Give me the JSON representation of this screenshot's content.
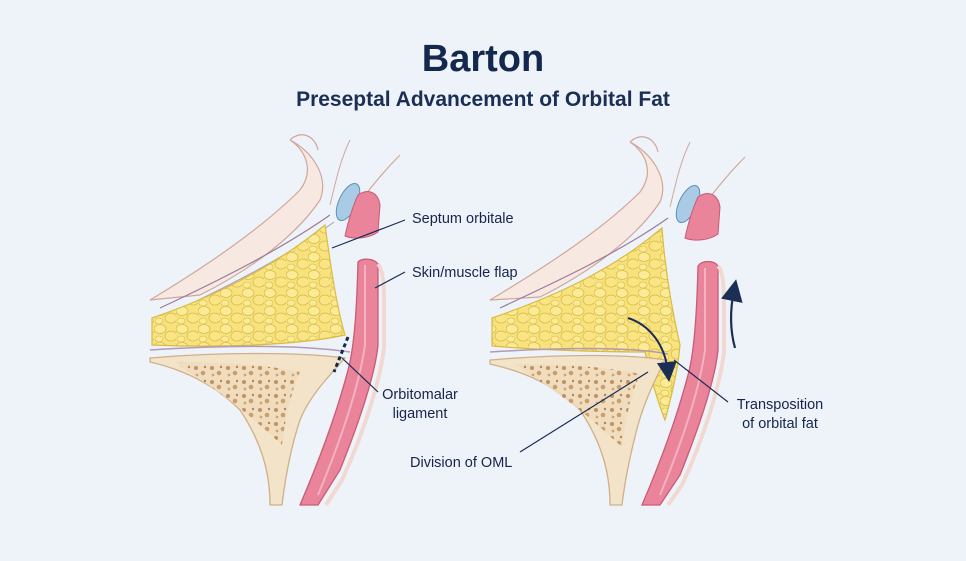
{
  "header": {
    "title": "Barton",
    "subtitle": "Preseptal Advancement of Orbital Fat"
  },
  "labels": {
    "septum_orbitale": "Septum orbitale",
    "skin_muscle_flap": "Skin/muscle flap",
    "orbitomalar_ligament_line1": "Orbitomalar",
    "orbitomalar_ligament_line2": "ligament",
    "division_of_oml": "Division of OML",
    "transposition_line1": "Transposition",
    "transposition_line2": "of orbital fat"
  },
  "colors": {
    "background": "#eef3fa",
    "title": "#14284d",
    "fat": "#f7e27d",
    "fat_outline": "#d9bb45",
    "muscle": "#e9849a",
    "muscle_dark": "#c95b74",
    "bone": "#f3e3c9",
    "bone_dots": "#b8824f",
    "skin": "#f7e8e2",
    "cartilage_blue": "#a9cbe6",
    "arrow": "#1b2e55"
  },
  "icons": [
    "up-arrow-icon",
    "curved-arrow-icon"
  ]
}
